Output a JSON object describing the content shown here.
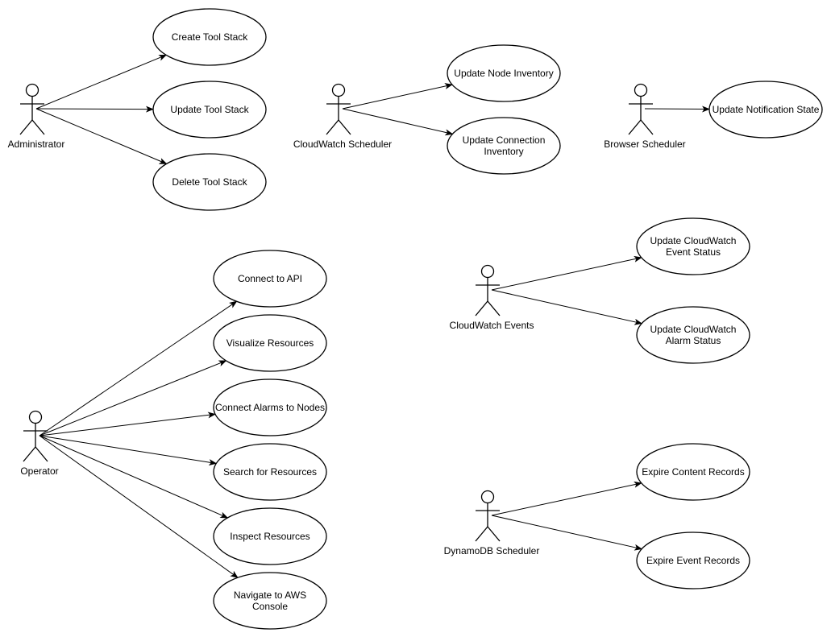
{
  "diagram": {
    "actors": [
      {
        "id": "administrator",
        "label": "Administrator"
      },
      {
        "id": "cloudwatch-scheduler",
        "label": "CloudWatch Scheduler"
      },
      {
        "id": "browser-scheduler",
        "label": "Browser Scheduler"
      },
      {
        "id": "operator",
        "label": "Operator"
      },
      {
        "id": "cloudwatch-events",
        "label": "CloudWatch Events"
      },
      {
        "id": "dynamodb-scheduler",
        "label": "DynamoDB Scheduler"
      }
    ],
    "use_cases": [
      {
        "id": "create-tool-stack",
        "lines": [
          "Create Tool Stack"
        ]
      },
      {
        "id": "update-tool-stack",
        "lines": [
          "Update Tool Stack"
        ]
      },
      {
        "id": "delete-tool-stack",
        "lines": [
          "Delete Tool Stack"
        ]
      },
      {
        "id": "update-node-inventory",
        "lines": [
          "Update Node Inventory"
        ]
      },
      {
        "id": "update-connection-inventory",
        "lines": [
          "Update Connection",
          "Inventory"
        ]
      },
      {
        "id": "update-notification-state",
        "lines": [
          "Update Notification State"
        ]
      },
      {
        "id": "connect-to-api",
        "lines": [
          "Connect to API"
        ]
      },
      {
        "id": "visualize-resources",
        "lines": [
          "Visualize Resources"
        ]
      },
      {
        "id": "connect-alarms-to-nodes",
        "lines": [
          "Connect Alarms to Nodes"
        ]
      },
      {
        "id": "search-for-resources",
        "lines": [
          "Search for Resources"
        ]
      },
      {
        "id": "inspect-resources",
        "lines": [
          "Inspect Resources"
        ]
      },
      {
        "id": "navigate-to-aws-console",
        "lines": [
          "Navigate to AWS",
          "Console"
        ]
      },
      {
        "id": "update-cloudwatch-event-status",
        "lines": [
          "Update CloudWatch",
          "Event Status"
        ]
      },
      {
        "id": "update-cloudwatch-alarm-status",
        "lines": [
          "Update CloudWatch",
          "Alarm Status"
        ]
      },
      {
        "id": "expire-content-records",
        "lines": [
          "Expire Content Records"
        ]
      },
      {
        "id": "expire-event-records",
        "lines": [
          "Expire Event Records"
        ]
      }
    ],
    "associations": [
      {
        "from": "administrator",
        "to": "create-tool-stack"
      },
      {
        "from": "administrator",
        "to": "update-tool-stack"
      },
      {
        "from": "administrator",
        "to": "delete-tool-stack"
      },
      {
        "from": "cloudwatch-scheduler",
        "to": "update-node-inventory"
      },
      {
        "from": "cloudwatch-scheduler",
        "to": "update-connection-inventory"
      },
      {
        "from": "browser-scheduler",
        "to": "update-notification-state"
      },
      {
        "from": "operator",
        "to": "connect-to-api"
      },
      {
        "from": "operator",
        "to": "visualize-resources"
      },
      {
        "from": "operator",
        "to": "connect-alarms-to-nodes"
      },
      {
        "from": "operator",
        "to": "search-for-resources"
      },
      {
        "from": "operator",
        "to": "inspect-resources"
      },
      {
        "from": "operator",
        "to": "navigate-to-aws-console"
      },
      {
        "from": "cloudwatch-events",
        "to": "update-cloudwatch-event-status"
      },
      {
        "from": "cloudwatch-events",
        "to": "update-cloudwatch-alarm-status"
      },
      {
        "from": "dynamodb-scheduler",
        "to": "expire-content-records"
      },
      {
        "from": "dynamodb-scheduler",
        "to": "expire-event-records"
      }
    ]
  }
}
